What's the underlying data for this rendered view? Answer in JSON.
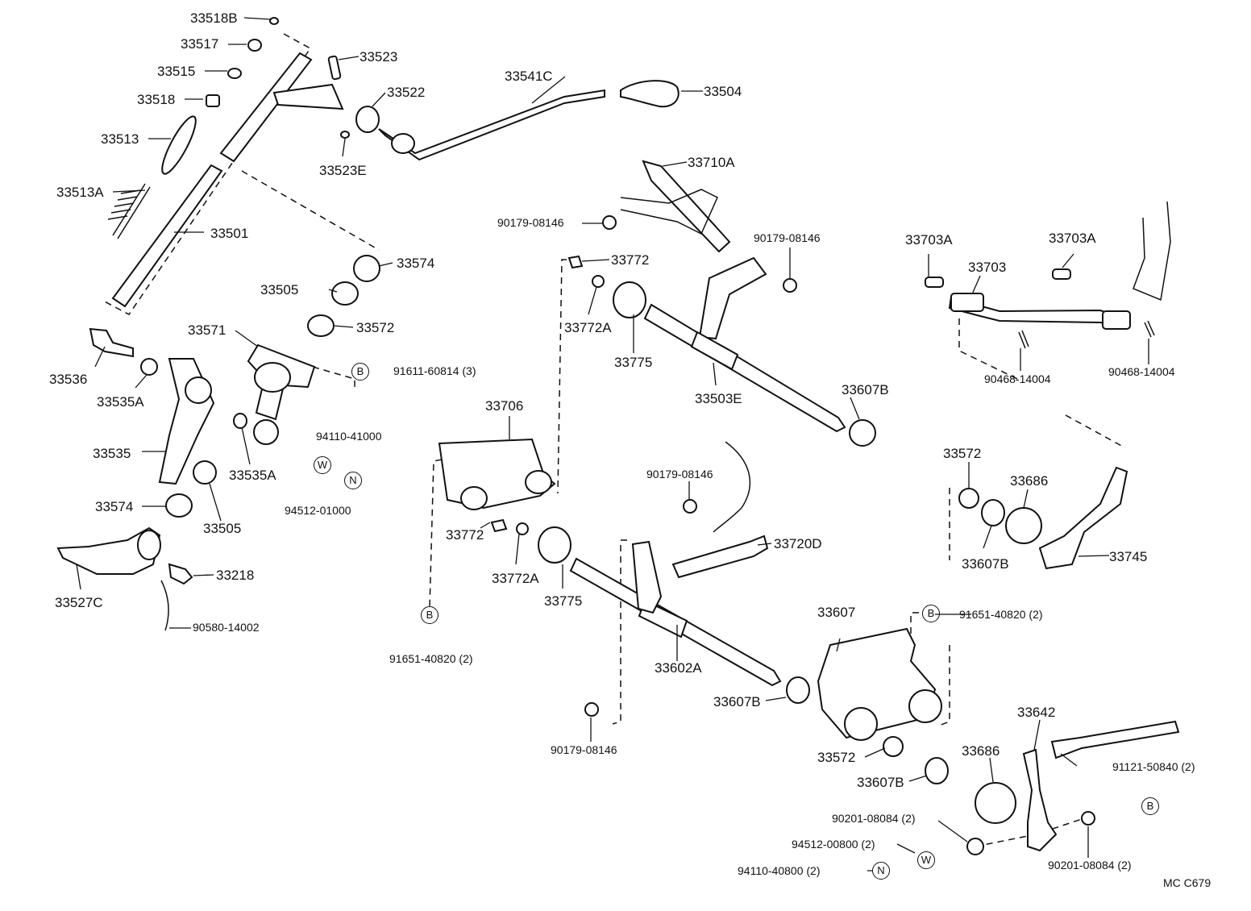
{
  "labels": {
    "p33518B": "33518B",
    "p33517": "33517",
    "p33515": "33515",
    "p33518": "33518",
    "p33513": "33513",
    "p33513A": "33513A",
    "p33501": "33501",
    "p33523": "33523",
    "p33522": "33522",
    "p33523E": "33523E",
    "p33541C": "33541C",
    "p33504": "33504",
    "p33574a": "33574",
    "p33505a": "33505",
    "p33572a": "33572",
    "p33571": "33571",
    "p33536": "33536",
    "p33535Aa": "33535A",
    "p33535": "33535",
    "p33535Ab": "33535A",
    "p33574b": "33574",
    "p33505b": "33505",
    "p91611": "91611-60814 (3)",
    "p94110_41000": "94110-41000",
    "p94512_01000": "94512-01000",
    "p33527C": "33527C",
    "p33218": "33218",
    "p90580": "90580-14002",
    "p33710A": "33710A",
    "p90179a": "90179-08146",
    "p90179b": "90179-08146",
    "p33772a": "33772",
    "p33772Aa": "33772A",
    "p33775a": "33775",
    "p33503E": "33503E",
    "p33607Ba": "33607B",
    "p33706": "33706",
    "p90179c": "90179-08146",
    "p33772b": "33772",
    "p33772Ab": "33772A",
    "p33775b": "33775",
    "p33720D": "33720D",
    "p91651a": "91651-40820 (2)",
    "p33602A": "33602A",
    "p33607Bb": "33607B",
    "p90179d": "90179-08146",
    "p33607": "33607",
    "p91651b": "91651-40820 (2)",
    "p33572c": "33572",
    "p33607Bc": "33607B",
    "p33703Aa": "33703A",
    "p33703Ab": "33703A",
    "p33703": "33703",
    "p90468a": "90468-14004",
    "p90468b": "90468-14004",
    "p33572b": "33572",
    "p33686a": "33686",
    "p33607Bd": "33607B",
    "p33745": "33745",
    "p33642": "33642",
    "p33686b": "33686",
    "p91121": "91121-50840 (2)",
    "p90201a": "90201-08084 (2)",
    "p94512_00800": "94512-00800 (2)",
    "p94110_40800": "94110-40800 (2)",
    "p90201b": "90201-08084 (2)",
    "code": "MC C679"
  },
  "markers": {
    "B": "B",
    "W": "W",
    "N": "N"
  }
}
